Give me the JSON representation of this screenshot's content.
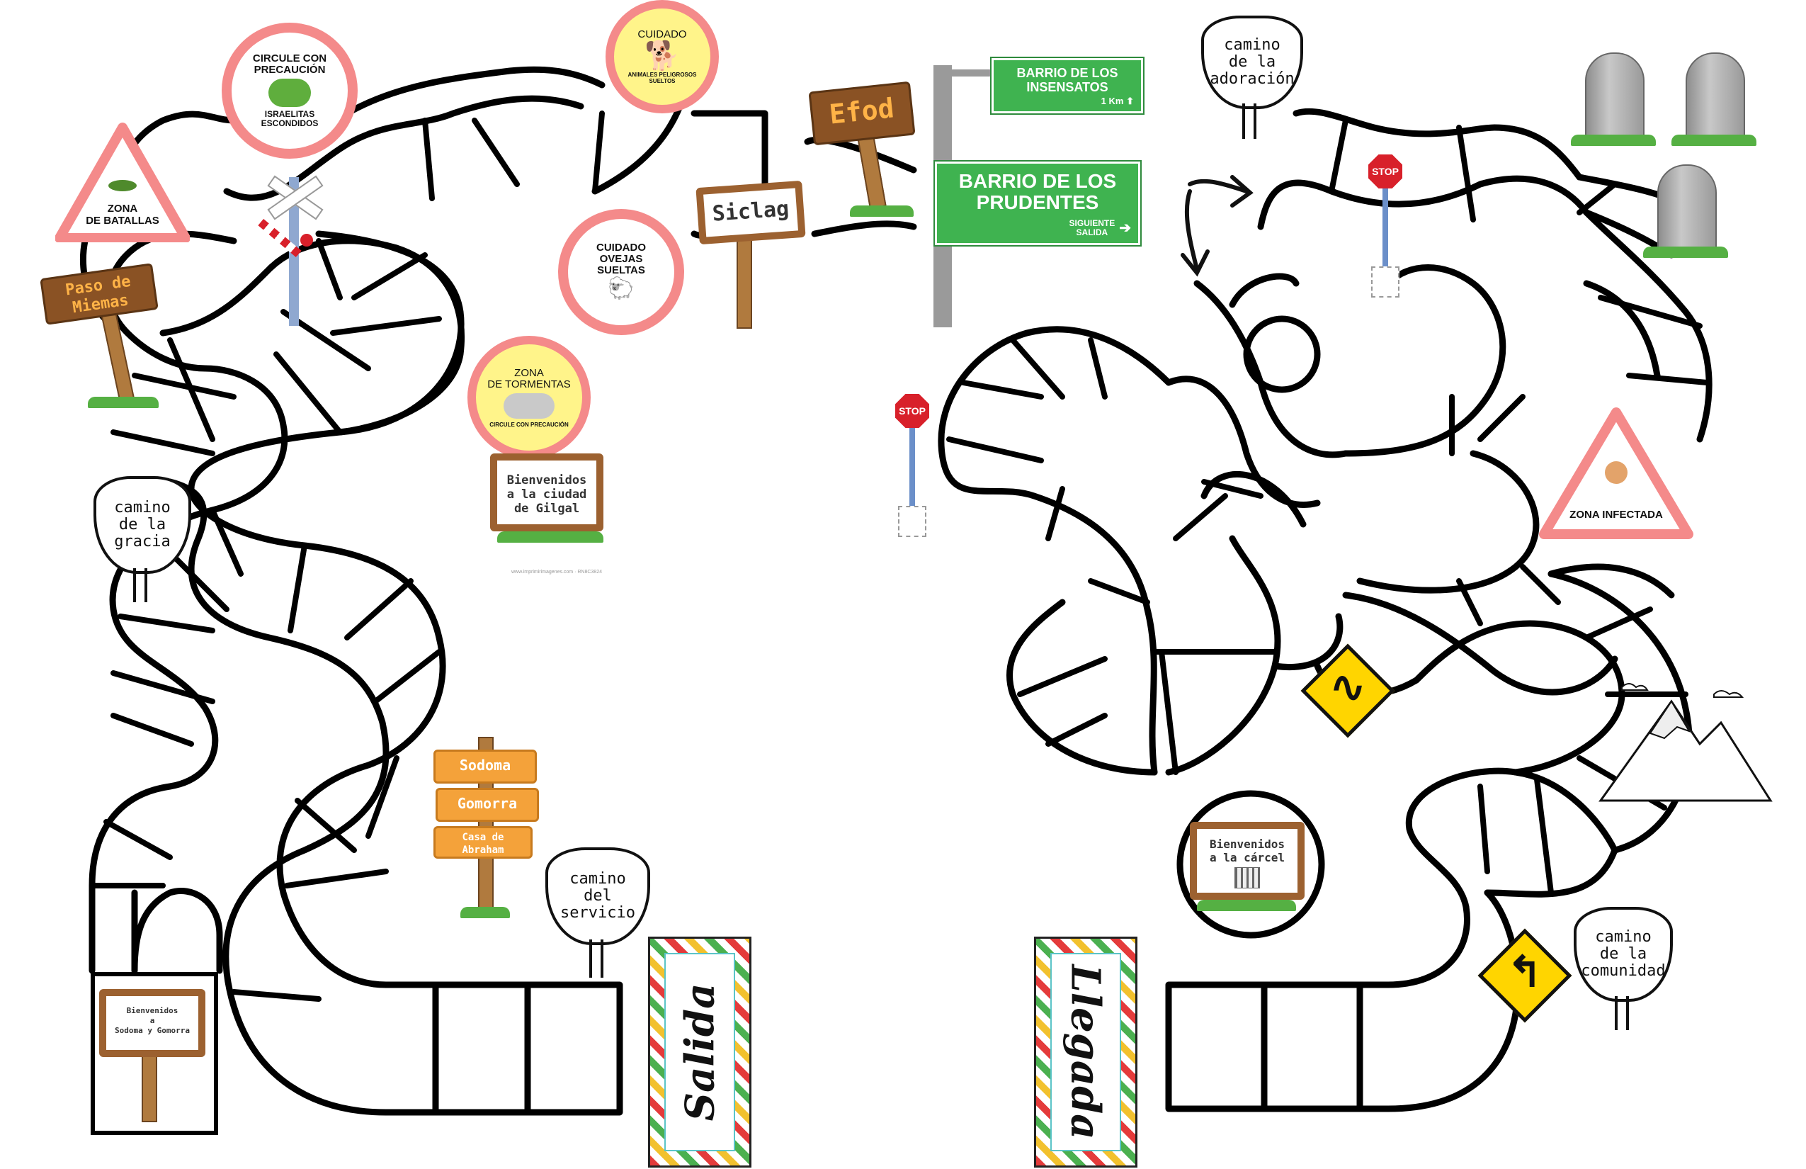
{
  "signs": {
    "circule": {
      "line1": "CIRCULE CON",
      "line2": "PRECAUCIÓN",
      "line3": "ISRAELITAS",
      "line4": "ESCONDIDOS"
    },
    "cuidado_animales": {
      "title": "CUIDADO",
      "sub1": "ANIMALES PELIGROSOS",
      "sub2": "SUELTOS"
    },
    "cuidado_ovejas": {
      "line1": "CUIDADO",
      "line2": "OVEJAS",
      "line3": "SUELTAS"
    },
    "zona_tormentas": {
      "line1": "ZONA",
      "line2": "DE TORMENTAS",
      "sub": "CIRCULE CON PRECAUCIÓN"
    },
    "zona_batallas": {
      "line1": "ZONA",
      "line2": "DE BATALLAS"
    },
    "zona_infectada": {
      "label": "ZONA INFECTADA"
    },
    "paso_miemas": {
      "line1": "Paso de",
      "line2": "Miemas"
    },
    "siclag": "Siclag",
    "efod": "Efod",
    "gilgal": {
      "line1": "Bienvenidos",
      "line2": "a la ciudad",
      "line3": "de Gilgal",
      "credit": "www.imprimirimagenes.com · RN8C3824"
    },
    "barrio_insensatos": {
      "line1": "BARRIO DE LOS",
      "line2": "INSENSATOS",
      "dist": "1 Km"
    },
    "barrio_prudentes": {
      "line1": "BARRIO DE LOS",
      "line2": "PRUDENTES",
      "exit1": "SIGUIENTE",
      "exit2": "SALIDA"
    },
    "camino_adoracion": {
      "line1": "camino",
      "line2": "de la",
      "line3": "adoración"
    },
    "camino_gracia": {
      "line1": "camino",
      "line2": "de la",
      "line3": "gracia"
    },
    "camino_servicio": {
      "line1": "camino",
      "line2": "del",
      "line3": "servicio"
    },
    "camino_comunidad": {
      "line1": "camino",
      "line2": "de la",
      "line3": "comunidad"
    },
    "directions": {
      "a": "Sodoma",
      "b": "Gomorra",
      "c1": "Casa de",
      "c2": "Abraham"
    },
    "sodoma_gomorra": {
      "line1": "Bienvenidos",
      "line2": "a",
      "line3": "Sodoma y Gomorra"
    },
    "carcel": {
      "line1": "Bienvenidos",
      "line2": "a la cárcel"
    },
    "stop": "STOP",
    "salida": "Salida",
    "llegada": "Llegada"
  },
  "colors": {
    "ring": "#f48a8a",
    "sign_green": "#3fb350",
    "wood": "#8a5224",
    "caution_yellow": "#ffd500",
    "stop_red": "#d8202a"
  }
}
